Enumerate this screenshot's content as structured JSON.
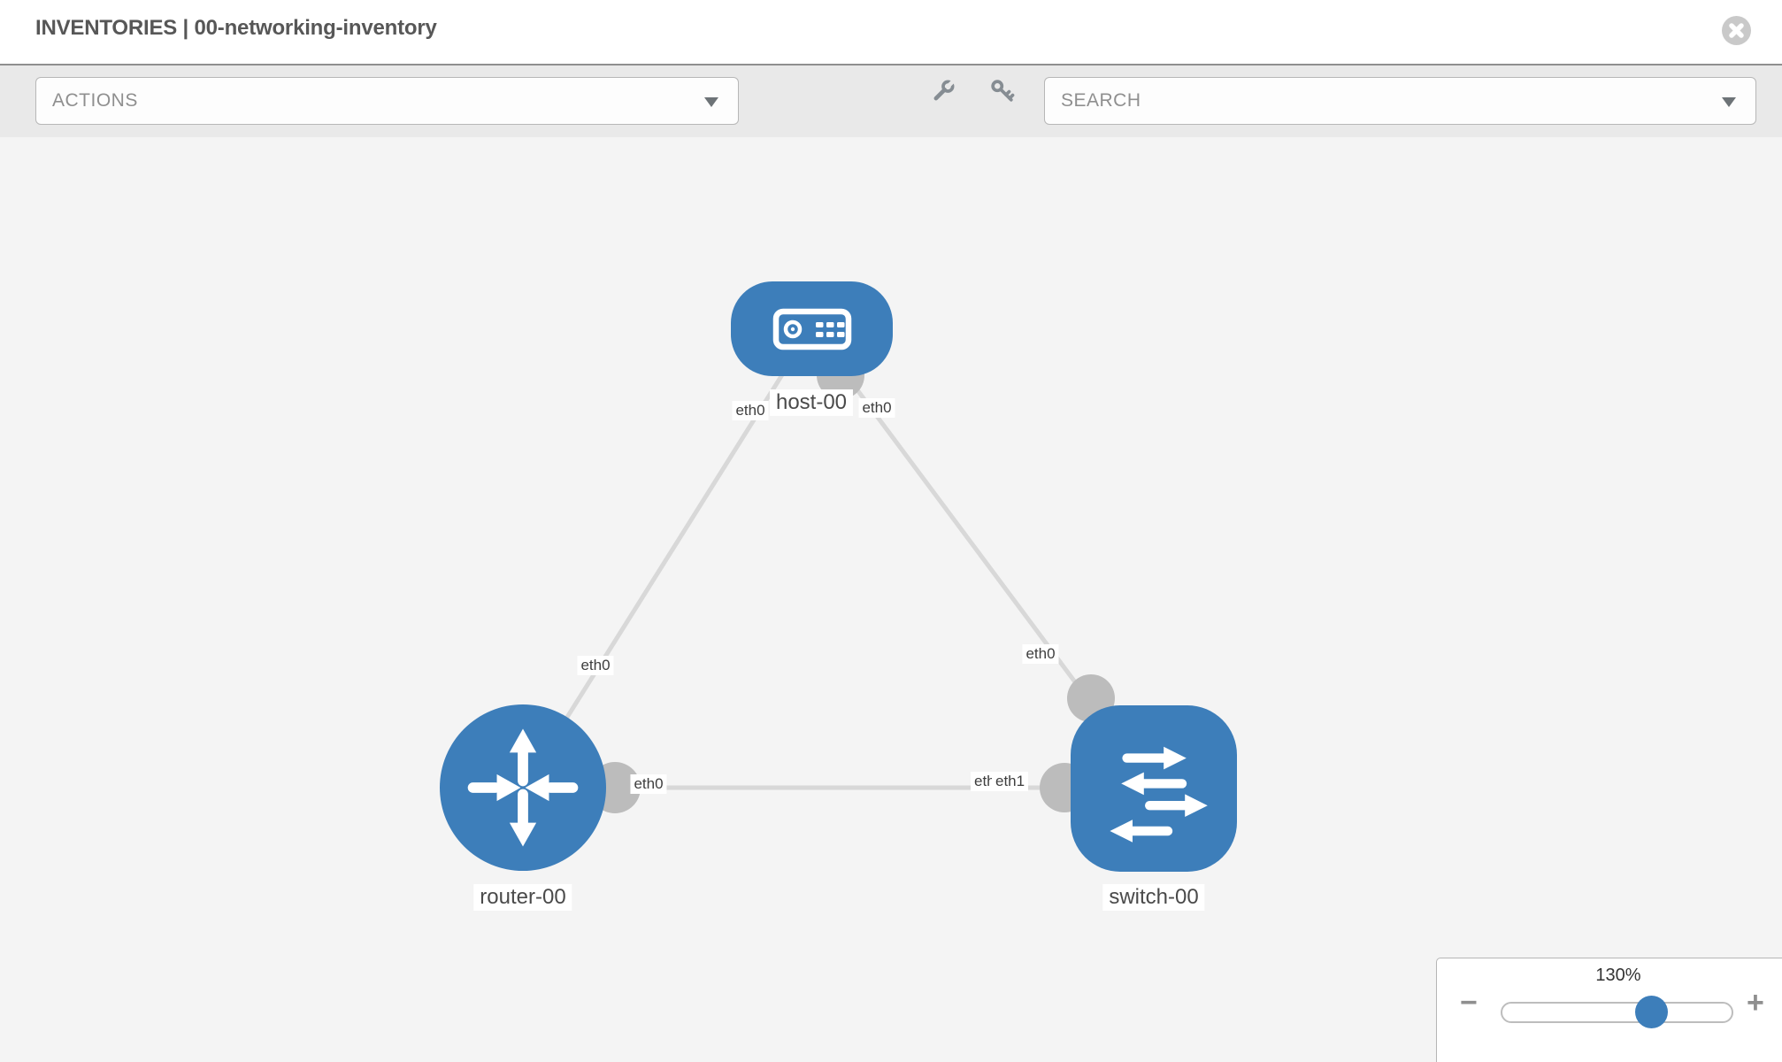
{
  "header": {
    "title": "INVENTORIES | 00-networking-inventory",
    "close_icon": "close-icon"
  },
  "toolbar": {
    "actions_label": "ACTIONS",
    "search_label": "SEARCH",
    "icons": [
      "wrench-icon",
      "key-icon"
    ]
  },
  "diagram": {
    "nodes": [
      {
        "label": "host-00",
        "type": "host"
      },
      {
        "label": "router-00",
        "type": "router"
      },
      {
        "label": "switch-00",
        "type": "switch"
      }
    ],
    "links": [
      {
        "from": "host-00",
        "to": "router-00",
        "from_iface": "eth0",
        "to_iface": "eth0"
      },
      {
        "from": "host-00",
        "to": "switch-00",
        "from_iface": "eth0",
        "to_iface": "eth0"
      },
      {
        "from": "router-00",
        "to": "switch-00",
        "from_iface": "eth0",
        "to_iface": "eth1"
      }
    ],
    "iface_labels": {
      "host_left": "eth0",
      "host_right": "eth0",
      "router_top": "eth0",
      "switch_top": "eth0",
      "router_right": "eth0",
      "switch_left_back": "eth0",
      "switch_left_front": "eth1"
    },
    "colors": {
      "node_blue": "#3d7eba",
      "link_gray": "#d8d8d8",
      "endpoint_gray": "#bcbcbc",
      "canvas_bg": "#f4f4f4"
    }
  },
  "zoom_control": {
    "value": "130%",
    "minus": "−",
    "plus": "+"
  }
}
